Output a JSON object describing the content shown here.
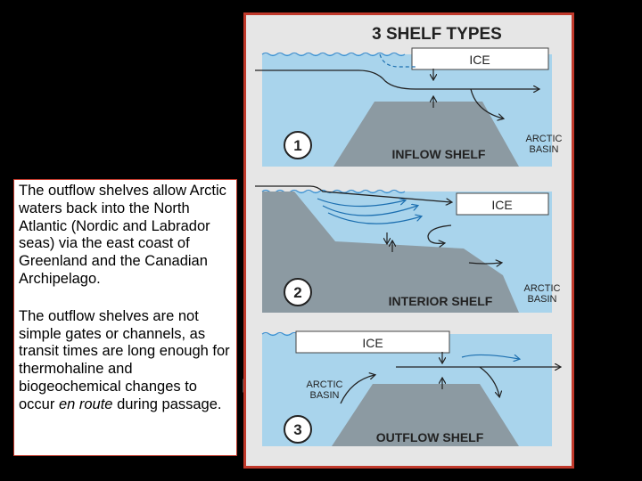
{
  "text_panel": {
    "paragraph_1": "The outflow shelves allow Arctic waters back into the North Atlantic (Nordic and Labrador seas) via the east coast of Greenland and the Canadian Archipelago.",
    "paragraph_2_before": "The outflow shelves are not simple gates or channels, as transit times are long enough for thermohaline and biogeochemical changes to occur ",
    "paragraph_2_italic": "en route",
    "paragraph_2_after": " during passage."
  },
  "figure": {
    "title": "3 SHELF TYPES",
    "panels": [
      {
        "number": "1",
        "ice_label": "ICE",
        "shelf_label": "INFLOW SHELF",
        "basin_label_line1": "ARCTIC",
        "basin_label_line2": "BASIN"
      },
      {
        "number": "2",
        "ice_label": "ICE",
        "shelf_label": "INTERIOR SHELF",
        "basin_label_line1": "ARCTIC",
        "basin_label_line2": "BASIN"
      },
      {
        "number": "3",
        "ice_label": "ICE",
        "shelf_label": "OUTFLOW SHELF",
        "basin_label_line1": "ARCTIC",
        "basin_label_line2": "BASIN"
      }
    ]
  },
  "colors": {
    "background": "#000000",
    "frame_border": "#c0392b",
    "water": "#a9d4ec",
    "shelf": "#8c9aa2",
    "ice": "#ffffff",
    "arrow": "#f6e600",
    "current_blue": "#1c6fb0"
  }
}
